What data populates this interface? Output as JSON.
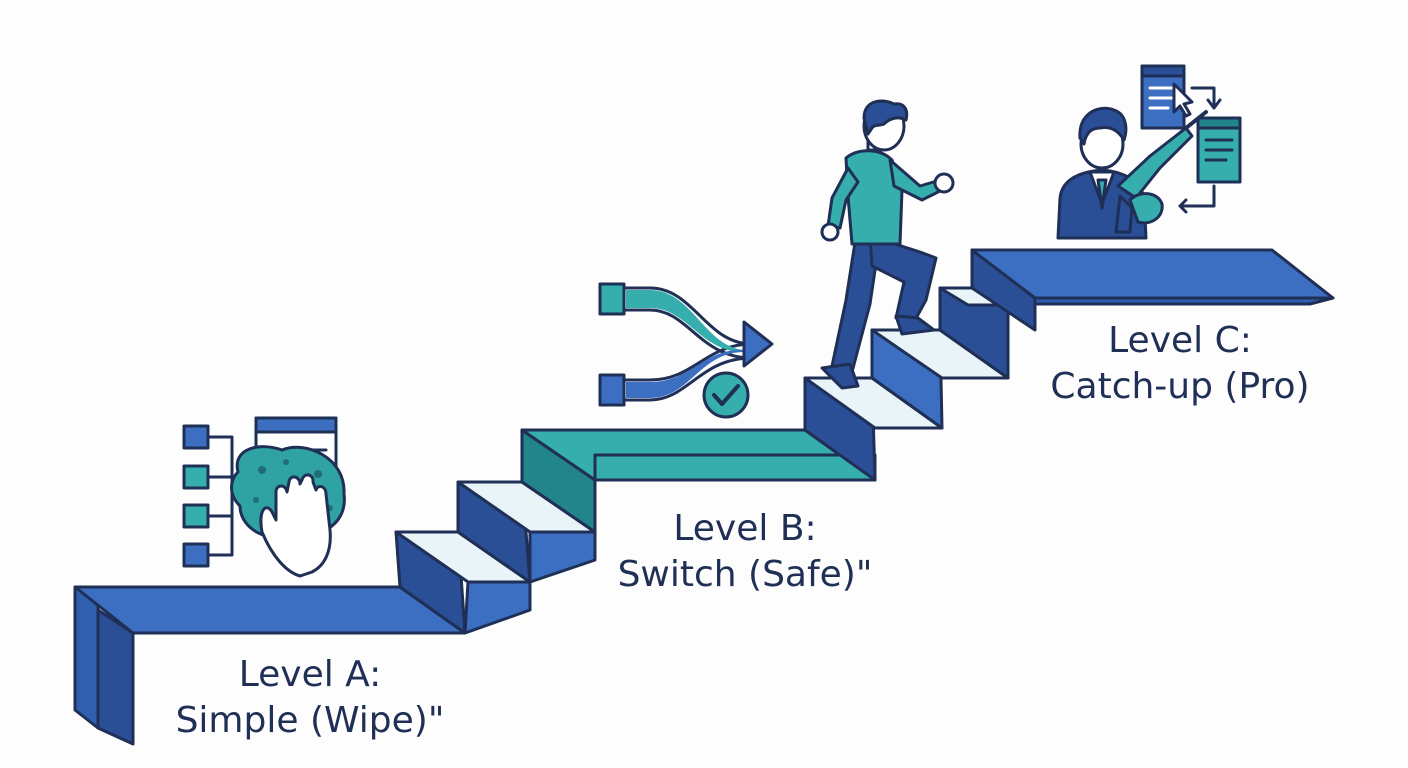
{
  "levels": [
    {
      "id": "a",
      "title": "Level A:",
      "subtitle": "Simple (Wipe)\"",
      "icon": "wipe-sponge-hand-icon"
    },
    {
      "id": "b",
      "title": "Level B:",
      "subtitle": "Switch (Safe)\"",
      "icon": "switch-arrows-check-icon"
    },
    {
      "id": "c",
      "title": "Level C:",
      "subtitle": "Catch-up (Pro)",
      "icon": "professional-with-tool-icon"
    }
  ],
  "figure": "climbing-person-icon",
  "colors": {
    "ink": "#1f2f55",
    "blue": "#3c6fc1",
    "blue_dark": "#2a4f97",
    "teal": "#37aeae",
    "teal_dark": "#22858b",
    "tread": "#e9f4f8",
    "background": "#fdfdfd"
  }
}
